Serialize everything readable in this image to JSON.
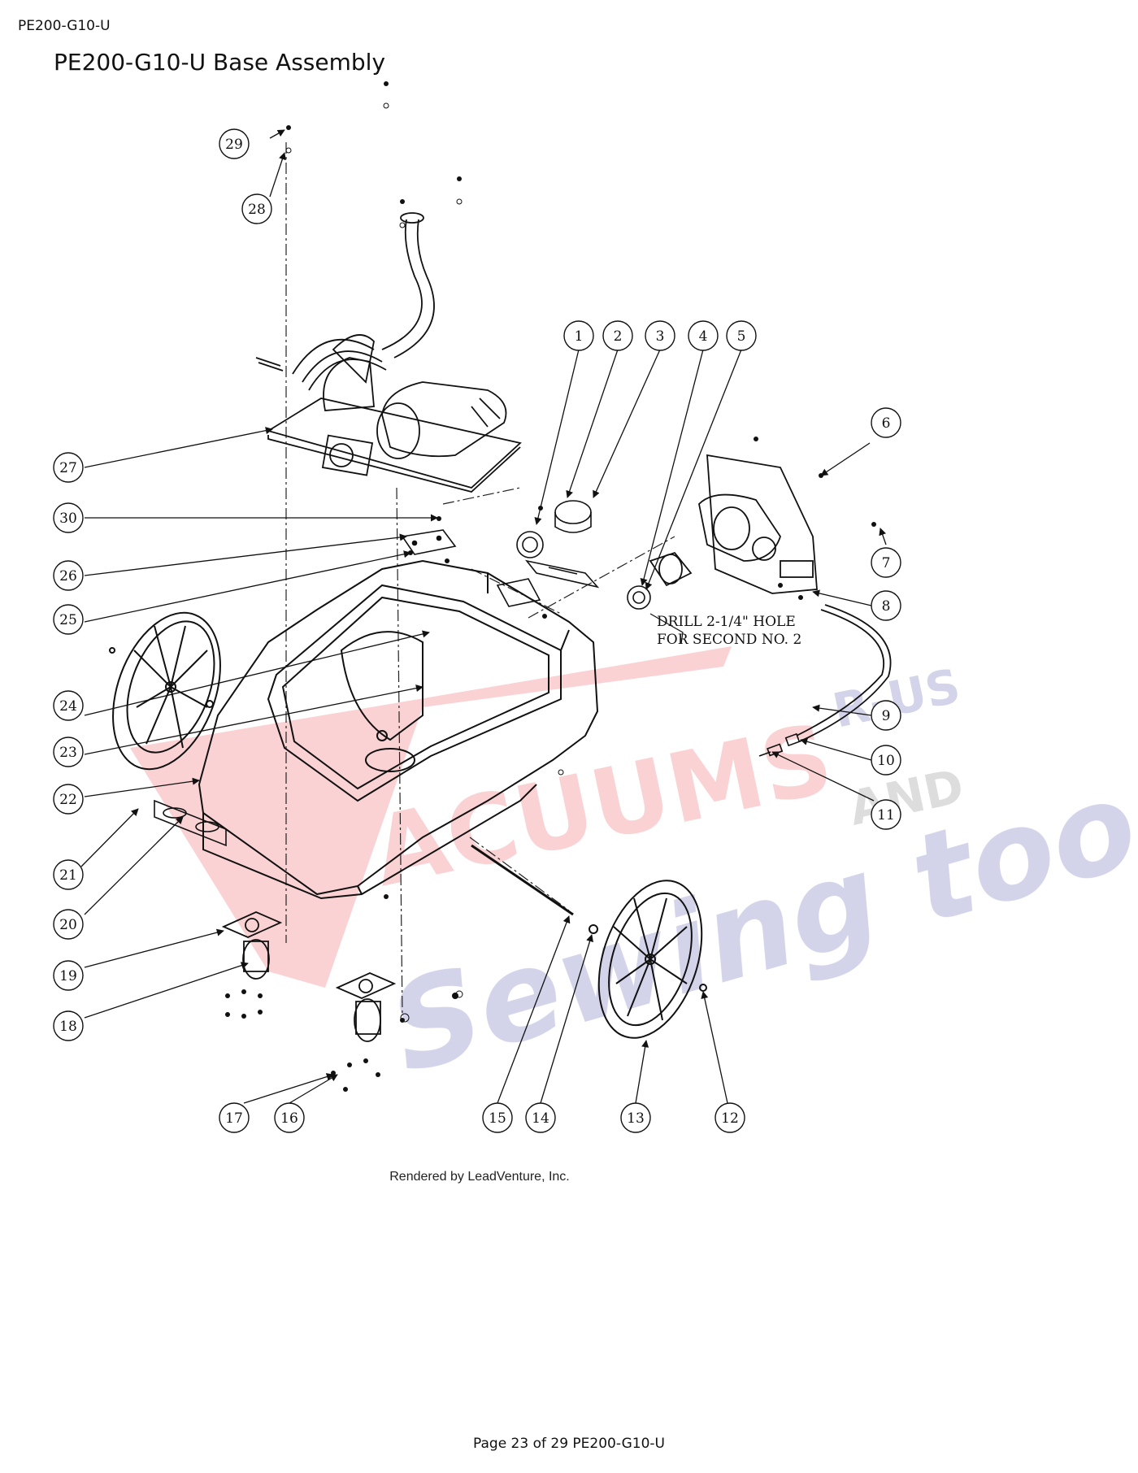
{
  "header": {
    "code": "PE200-G10-U"
  },
  "title": "PE200-G10-U Base Assembly",
  "footer": "Page 23 of 29 PE200-G10-U",
  "credit": "Rendered by LeadVenture, Inc.",
  "note": {
    "line1": "DRILL 2-1/4\" HOLE",
    "line2": "FOR SECOND NO.  2"
  },
  "watermark": {
    "word1": "ACUUMS",
    "word2": "R-US",
    "word3": "AND",
    "word4": "Sewing too",
    "color": "#e8323c",
    "color2": "#3a3aa0"
  },
  "callouts": [
    "1",
    "2",
    "3",
    "4",
    "5",
    "6",
    "7",
    "8",
    "9",
    "10",
    "11",
    "12",
    "13",
    "14",
    "15",
    "16",
    "17",
    "18",
    "19",
    "20",
    "21",
    "22",
    "23",
    "24",
    "25",
    "26",
    "27",
    "28",
    "29",
    "30"
  ]
}
